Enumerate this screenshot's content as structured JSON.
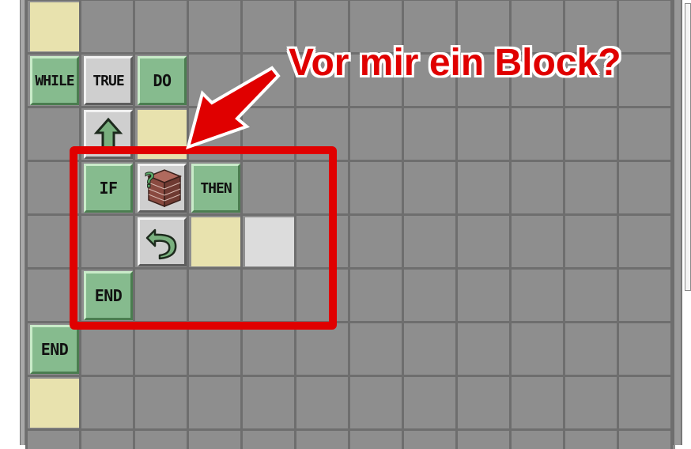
{
  "annotation": {
    "text": "Vor mir ein Block?",
    "color": "#e00000"
  },
  "blocks": {
    "while_label": "WHILE",
    "true_label": "TRUE",
    "do_label": "DO",
    "if_label": "IF",
    "then_label": "THEN",
    "end_inner_label": "END",
    "end_outer_label": "END"
  },
  "icons": {
    "move_forward": "up-arrow-icon",
    "block_ahead": "brick-block-question-icon",
    "turn_left": "turn-left-arrow-icon"
  },
  "colors": {
    "block_green": "#86bb8e",
    "block_grey": "#cfcfcf",
    "empty_slot": "#e8e2ae",
    "selected_slot": "#dcdcdc",
    "grid": "#8e8e8e"
  }
}
